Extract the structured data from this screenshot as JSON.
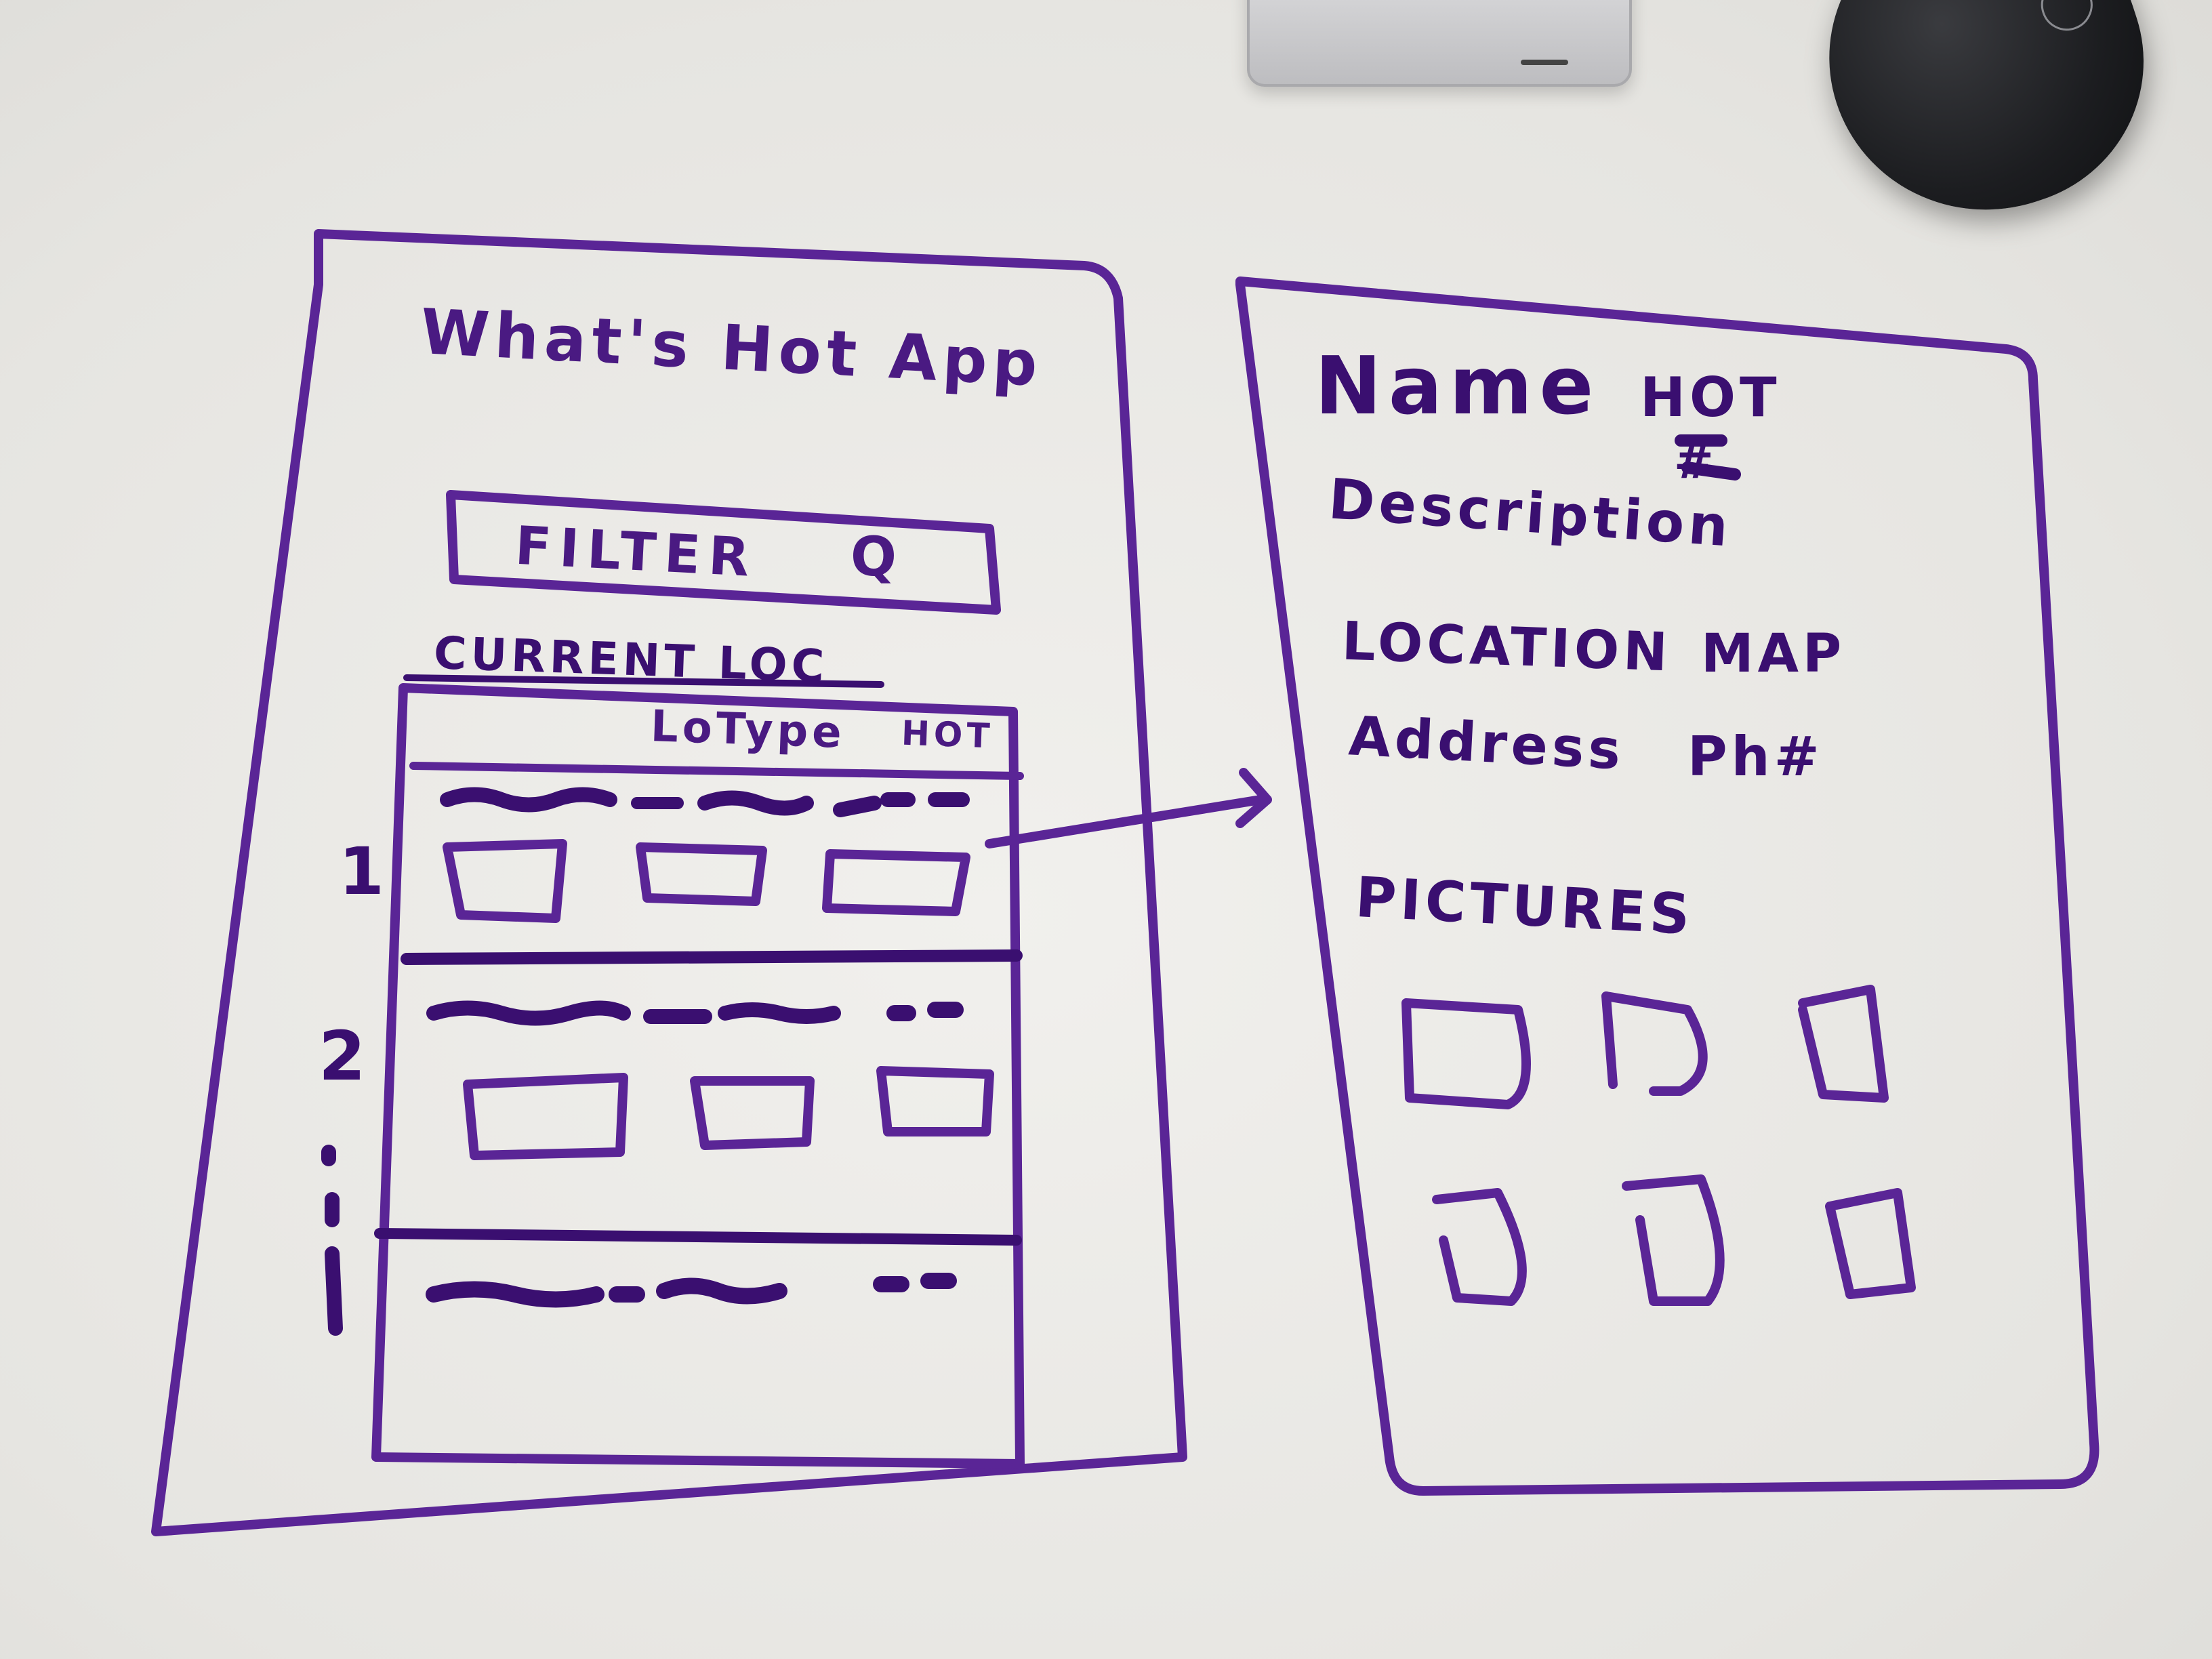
{
  "screen_list": {
    "title": "What's Hot App",
    "filter_label": "FILTER",
    "filter_icon": "search-icon",
    "current_location_label": "CURRENT LOC",
    "row_numbers": [
      "1",
      "2"
    ],
    "column_header_type": "LoType",
    "column_header_hot": "HOT"
  },
  "screen_detail": {
    "name_label": "Name",
    "hot_label": "HOT",
    "hot_number": "#",
    "description_label": "Description",
    "location_label": "LOCATION",
    "map_label": "MAP",
    "address_label": "Address",
    "phone_label": "Ph#",
    "pictures_label": "PICTURES"
  },
  "colors": {
    "marker": "#4a1a82",
    "board": "#ecebe8"
  }
}
